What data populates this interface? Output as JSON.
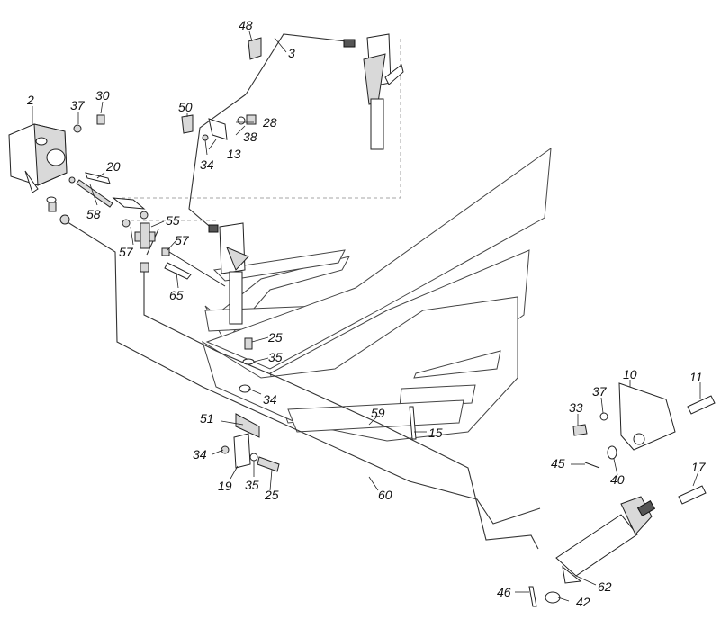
{
  "callouts": [
    {
      "id": "c2",
      "text": "2"
    },
    {
      "id": "c37a",
      "text": "37"
    },
    {
      "id": "c30",
      "text": "30"
    },
    {
      "id": "c48",
      "text": "48"
    },
    {
      "id": "c3",
      "text": "3"
    },
    {
      "id": "c50",
      "text": "50"
    },
    {
      "id": "c28",
      "text": "28"
    },
    {
      "id": "c38",
      "text": "38"
    },
    {
      "id": "c13",
      "text": "13"
    },
    {
      "id": "c34a",
      "text": "34"
    },
    {
      "id": "c20",
      "text": "20"
    },
    {
      "id": "c58",
      "text": "58"
    },
    {
      "id": "c55",
      "text": "55"
    },
    {
      "id": "c57a",
      "text": "57"
    },
    {
      "id": "c57b",
      "text": "57"
    },
    {
      "id": "c65",
      "text": "65"
    },
    {
      "id": "c25a",
      "text": "25"
    },
    {
      "id": "c35a",
      "text": "35"
    },
    {
      "id": "c34b",
      "text": "34"
    },
    {
      "id": "c59",
      "text": "59"
    },
    {
      "id": "c15",
      "text": "15"
    },
    {
      "id": "c51",
      "text": "51"
    },
    {
      "id": "c34c",
      "text": "34"
    },
    {
      "id": "c19",
      "text": "19"
    },
    {
      "id": "c35b",
      "text": "35"
    },
    {
      "id": "c25b",
      "text": "25"
    },
    {
      "id": "c60",
      "text": "60"
    },
    {
      "id": "c10",
      "text": "10"
    },
    {
      "id": "c11",
      "text": "11"
    },
    {
      "id": "c37b",
      "text": "37"
    },
    {
      "id": "c33",
      "text": "33"
    },
    {
      "id": "c45",
      "text": "45"
    },
    {
      "id": "c40",
      "text": "40"
    },
    {
      "id": "c17",
      "text": "17"
    },
    {
      "id": "c46",
      "text": "46"
    },
    {
      "id": "c42",
      "text": "42"
    },
    {
      "id": "c62",
      "text": "62"
    }
  ],
  "icons": {
    "reservoir": "reservoir-icon",
    "master_cylinder": "master-cylinder-icon",
    "clutch_pedal": "pedal-icon",
    "slave_cylinder": "slave-cylinder-icon",
    "bracket": "bracket-icon"
  }
}
